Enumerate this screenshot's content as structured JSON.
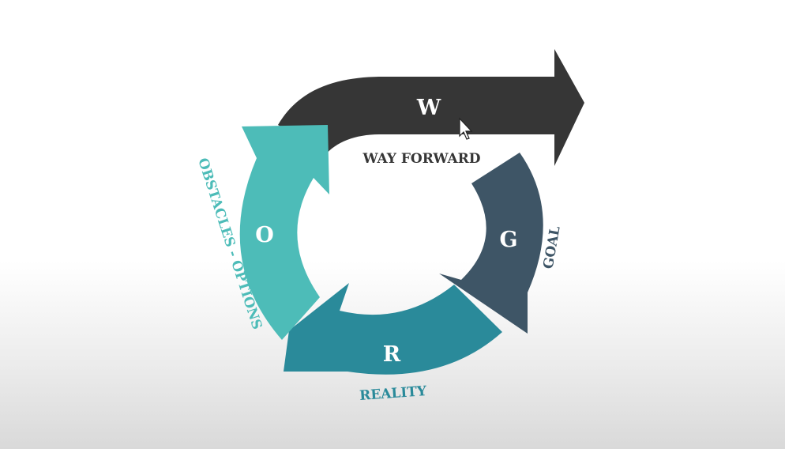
{
  "diagram": {
    "stages": {
      "goal": {
        "letter": "G",
        "label": "GOAL",
        "color": "#3e5566"
      },
      "reality": {
        "letter": "R",
        "label": "REALITY",
        "color": "#2a8a9a"
      },
      "options": {
        "letter": "O",
        "label": "OBSTACLES - OPTIONS",
        "color": "#4dbcb8"
      },
      "way_forward": {
        "letter": "W",
        "label": "WAY FORWARD",
        "color": "#363636"
      }
    }
  }
}
